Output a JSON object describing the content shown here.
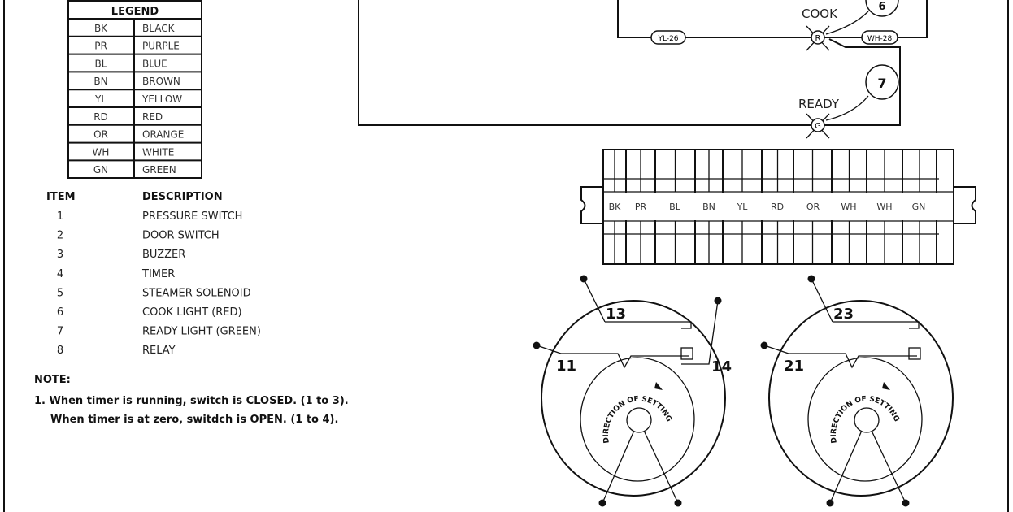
{
  "legend": {
    "title": "LEGEND",
    "rows": [
      {
        "code": "BK",
        "color": "BLACK"
      },
      {
        "code": "PR",
        "color": "PURPLE"
      },
      {
        "code": "BL",
        "color": "BLUE"
      },
      {
        "code": "BN",
        "color": "BROWN"
      },
      {
        "code": "YL",
        "color": "YELLOW"
      },
      {
        "code": "RD",
        "color": "RED"
      },
      {
        "code": "OR",
        "color": "ORANGE"
      },
      {
        "code": "WH",
        "color": "WHITE"
      },
      {
        "code": "GN",
        "color": "GREEN"
      }
    ]
  },
  "items": {
    "item_header": "ITEM",
    "desc_header": "DESCRIPTION",
    "rows": [
      {
        "num": "1",
        "desc": "PRESSURE SWITCH"
      },
      {
        "num": "2",
        "desc": "DOOR SWITCH"
      },
      {
        "num": "3",
        "desc": "BUZZER"
      },
      {
        "num": "4",
        "desc": "TIMER"
      },
      {
        "num": "5",
        "desc": "STEAMER SOLENOID"
      },
      {
        "num": "6",
        "desc": "COOK LIGHT (RED)"
      },
      {
        "num": "7",
        "desc": "READY LIGHT (GREEN)"
      },
      {
        "num": "8",
        "desc": "RELAY"
      }
    ]
  },
  "note": {
    "title": "NOTE:",
    "line1": "1. When timer is running, switch is CLOSED. (1 to 3).",
    "line2": "When timer is at zero, switdch is OPEN. (1 to 4)."
  },
  "circuit": {
    "cook_label": "COOK",
    "cook_lamp": "R",
    "cook_callout": "6",
    "ready_label": "READY",
    "ready_lamp": "G",
    "ready_callout": "7",
    "wire_left": "YL-26",
    "wire_right": "WH-28"
  },
  "terminal_block": {
    "labels": [
      "BK",
      "PR",
      "BL",
      "BN",
      "YL",
      "RD",
      "OR",
      "WH",
      "WH",
      "GN"
    ]
  },
  "timers": [
    {
      "contacts": {
        "top": "13",
        "left": "11",
        "right": "14"
      },
      "dial_text": "DIRECTION OF SETTING"
    },
    {
      "contacts": {
        "top": "23",
        "left": "21"
      },
      "dial_text": "DIRECTION OF SETTING"
    }
  ]
}
